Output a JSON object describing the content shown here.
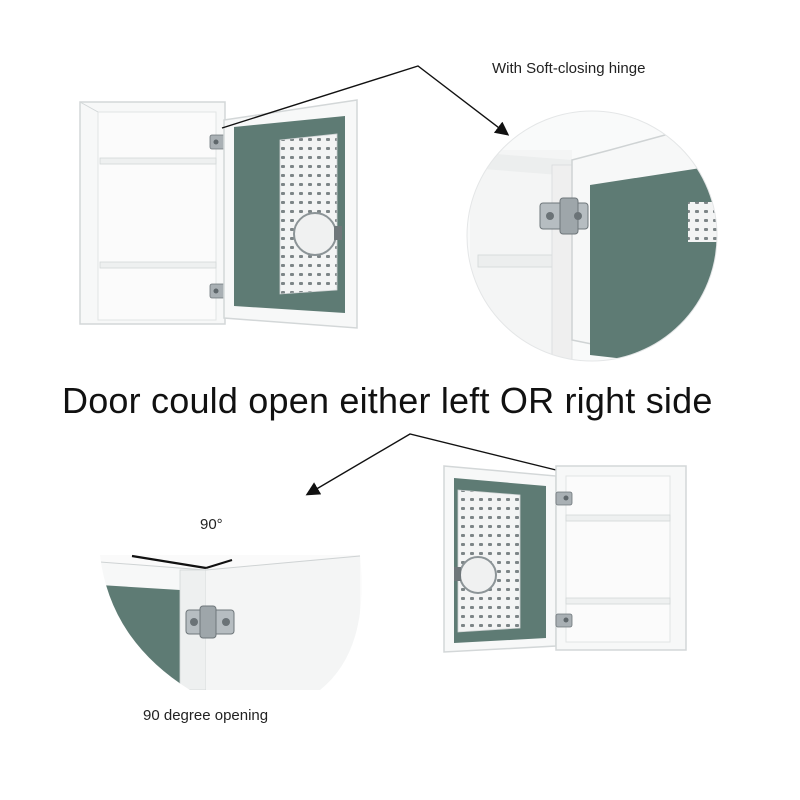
{
  "captions": {
    "soft_close": "With Soft-closing hinge",
    "headline": "Door could open either left OR right side",
    "angle": "90°",
    "opening": "90 degree opening"
  },
  "colors": {
    "glass": "#5e7b74",
    "cabinet": "#f7f8f8",
    "outline": "#d3d7d8",
    "hinge": "#a9b0b4",
    "pegboard": "#f3f4f4",
    "arrow": "#111111"
  }
}
